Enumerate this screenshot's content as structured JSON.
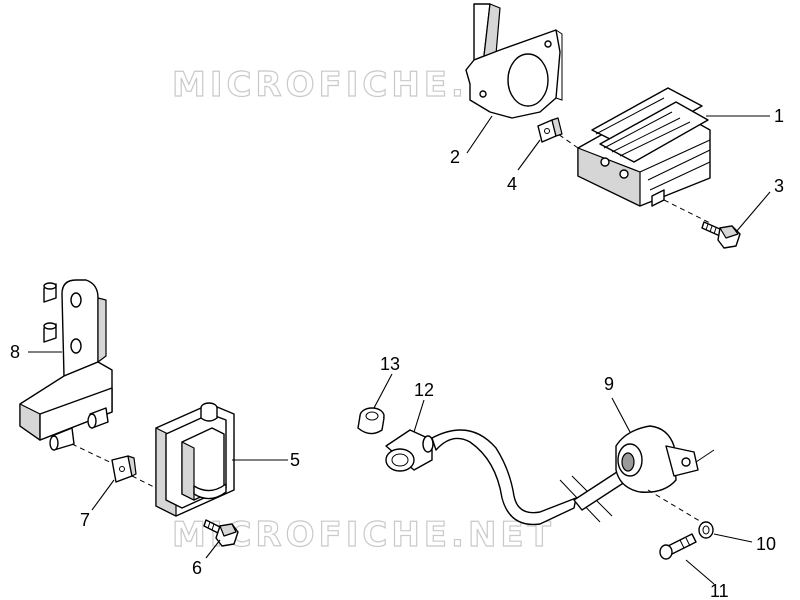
{
  "watermark": "MICROFICHE.NET",
  "callouts": [
    "1",
    "2",
    "3",
    "4",
    "5",
    "6",
    "7",
    "8",
    "9",
    "10",
    "11",
    "12",
    "13"
  ]
}
